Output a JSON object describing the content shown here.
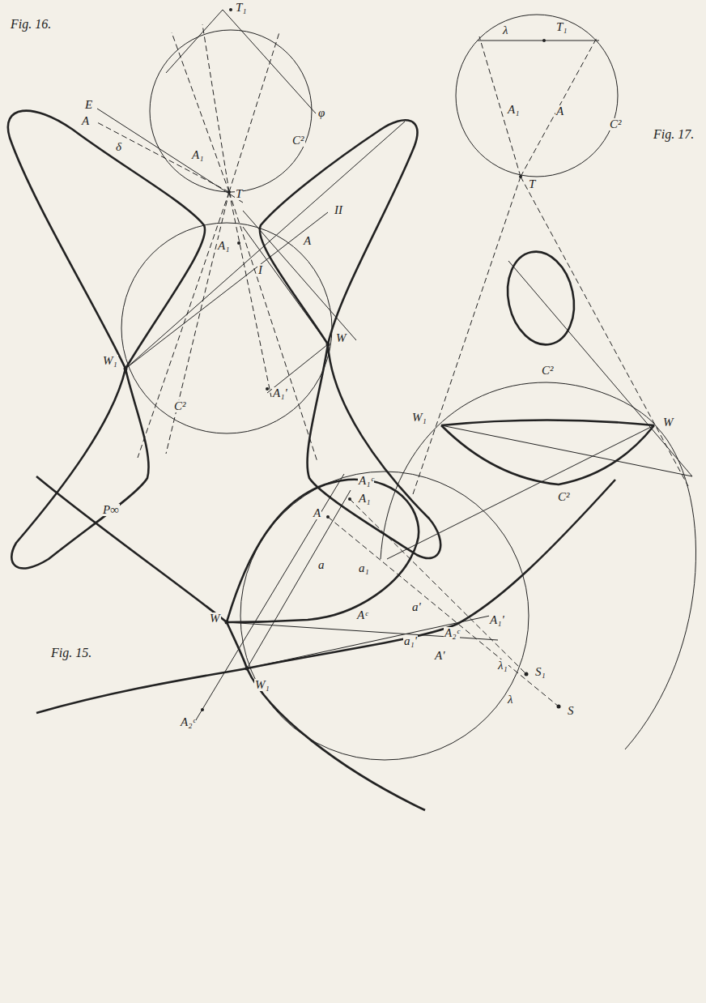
{
  "diagram": {
    "labels": [
      "Fig. 16.",
      "T₁",
      "E",
      "A",
      "δ",
      "A₁",
      "C²",
      "φ",
      "T",
      "A₁",
      "A",
      "II",
      "I",
      "W₁",
      "W",
      "C²",
      "A₁'",
      "T₁",
      "λ",
      "C²",
      "A₁",
      "A",
      "T",
      "Fig. 17.",
      "C²",
      "W₁",
      "W",
      "P∞",
      "C²",
      "A₁ᶜ",
      "A₁",
      "A",
      "a",
      "a₁",
      "W",
      "Aᶜ",
      "a'",
      "A₂ᶜ",
      "A₁'",
      "a₁'",
      "A'",
      "λ₁",
      "S₁",
      "λ",
      "S",
      "W₁",
      "Fig. 15.",
      "A₂ᶜ"
    ]
  }
}
